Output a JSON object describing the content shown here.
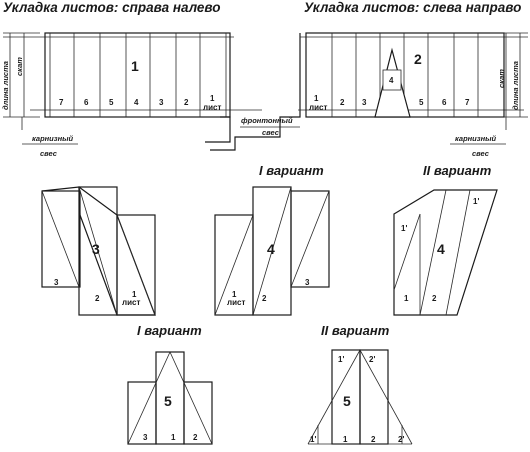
{
  "titles": {
    "left": "Укладка листов: справа налево",
    "right": "Укладка листов: слева направо"
  },
  "roof_labels": {
    "slope": "скат",
    "sheet_length": "длина листа",
    "eaves_overhang_line1": "карнизный",
    "eaves_overhang_line2": "свес",
    "gable_overhang_line1": "фронтонный",
    "gable_overhang_line2": "свес"
  },
  "roof_left": {
    "id": "1",
    "sheets": [
      "7",
      "6",
      "5",
      "4",
      "3",
      "2",
      "1"
    ],
    "first_sheet_word": "лист"
  },
  "roof_right": {
    "id": "2",
    "sheets": [
      "1",
      "2",
      "3",
      "4",
      "5",
      "6",
      "7"
    ],
    "first_sheet_word": "лист"
  },
  "variants": {
    "v1": "I вариант",
    "v2": "II вариант"
  },
  "fig3": {
    "id": "3",
    "labels": [
      "3",
      "2",
      "1"
    ],
    "first_sheet_word": "лист"
  },
  "fig4a": {
    "id": "4",
    "labels": [
      "1",
      "2",
      "3"
    ],
    "first_sheet_word": "лист"
  },
  "fig4b": {
    "id": "4",
    "labels": [
      "1'",
      "1",
      "2",
      "1'"
    ]
  },
  "fig5a": {
    "id": "5",
    "labels": [
      "3",
      "1",
      "2"
    ]
  },
  "fig5b": {
    "id": "5",
    "labels": [
      "1'",
      "2'",
      "1'",
      "1",
      "2",
      "2'"
    ]
  }
}
